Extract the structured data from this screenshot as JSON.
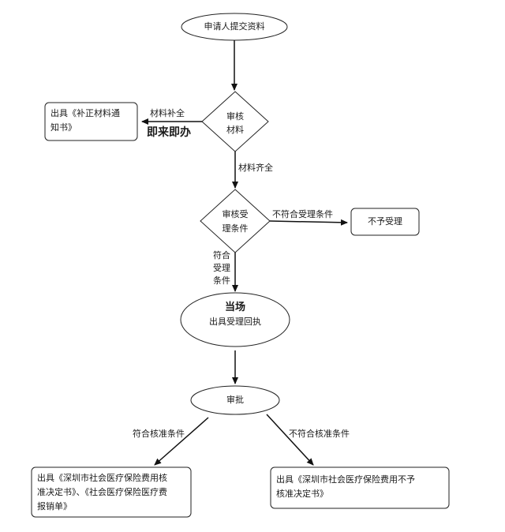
{
  "start": "申请人提交资料",
  "review_materials": {
    "line1": "审核",
    "line2": "材料"
  },
  "supplement": {
    "edge_label": "材料补全",
    "box_line1": "出具《补正材料通",
    "box_line2": "知书》",
    "highlight": "即来即办"
  },
  "materials_complete": "材料齐全",
  "review_acceptance": {
    "line1": "审核受",
    "line2": "理条件"
  },
  "reject": {
    "edge_label": "不符合受理条件",
    "box": "不予受理"
  },
  "accept_edge": {
    "line1": "符合",
    "line2": "受理",
    "line3": "条件"
  },
  "onsite": {
    "title": "当场",
    "text": "出具受理回执"
  },
  "approval": "审批",
  "approve_edge": "符合核准条件",
  "deny_edge": "不符合核准条件",
  "approve_box": {
    "line1": "出具《深圳市社会医疗保险费用核",
    "line2": "准决定书》、《社会医疗保险医疗费",
    "line3": "报销单》"
  },
  "deny_box": {
    "line1": "出具《深圳市社会医疗保险费用不予",
    "line2": "核准决定书》"
  }
}
